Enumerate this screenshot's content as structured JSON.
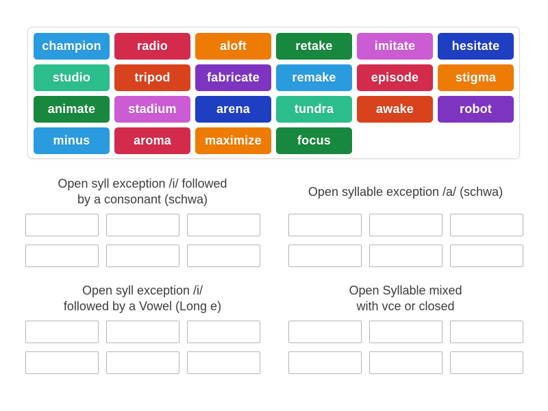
{
  "palette": {
    "azure": "#2A9BDE",
    "crimson": "#D22B4B",
    "orange": "#EE7C04",
    "green": "#17883D",
    "orchid": "#CB5CD3",
    "royal": "#1E3FC1",
    "emerald": "#2BBE8C",
    "vermilion": "#D8431D",
    "purple": "#7D35C1"
  },
  "tray": {
    "tiles": [
      {
        "label": "champion",
        "color": "azure"
      },
      {
        "label": "radio",
        "color": "crimson"
      },
      {
        "label": "aloft",
        "color": "orange"
      },
      {
        "label": "retake",
        "color": "green"
      },
      {
        "label": "imitate",
        "color": "orchid"
      },
      {
        "label": "hesitate",
        "color": "royal"
      },
      {
        "label": "studio",
        "color": "emerald"
      },
      {
        "label": "tripod",
        "color": "vermilion"
      },
      {
        "label": "fabricate",
        "color": "purple"
      },
      {
        "label": "remake",
        "color": "azure"
      },
      {
        "label": "episode",
        "color": "crimson"
      },
      {
        "label": "stigma",
        "color": "orange"
      },
      {
        "label": "animate",
        "color": "green"
      },
      {
        "label": "stadium",
        "color": "orchid"
      },
      {
        "label": "arena",
        "color": "royal"
      },
      {
        "label": "tundra",
        "color": "emerald"
      },
      {
        "label": "awake",
        "color": "vermilion"
      },
      {
        "label": "robot",
        "color": "purple"
      },
      {
        "label": "minus",
        "color": "azure"
      },
      {
        "label": "aroma",
        "color": "crimson"
      },
      {
        "label": "maximize",
        "color": "orange"
      },
      {
        "label": "focus",
        "color": "green"
      }
    ]
  },
  "groups": [
    {
      "title_lines": [
        "Open syll exception /i/ followed",
        "by a consonant (schwa)"
      ],
      "slot_count": 6
    },
    {
      "title_lines": [
        "Open syllable exception /a/ (schwa)"
      ],
      "slot_count": 6
    },
    {
      "title_lines": [
        "Open syll exception /i/",
        "followed by a Vowel (Long e)"
      ],
      "slot_count": 6
    },
    {
      "title_lines": [
        "Open Syllable mixed",
        "with vce or closed"
      ],
      "slot_count": 6
    }
  ]
}
